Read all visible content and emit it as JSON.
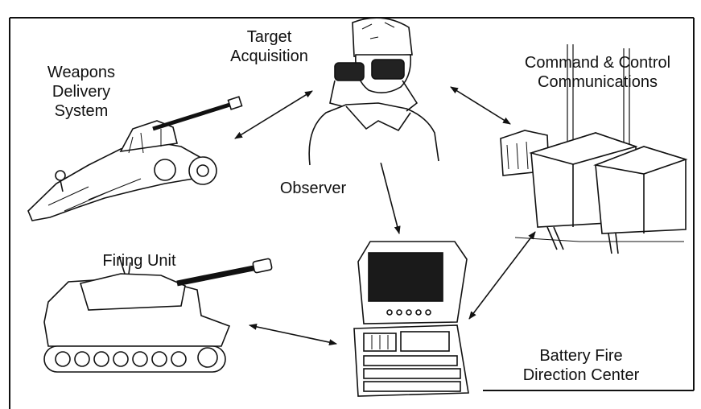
{
  "colors": {
    "ink": "#111111",
    "paper": "#ffffff"
  },
  "labels": {
    "weapons": [
      "Weapons",
      "Delivery",
      "System"
    ],
    "target": [
      "Target",
      "Acquisition"
    ],
    "command": [
      "Command & Control",
      "Communications"
    ],
    "observer": "Observer",
    "firing_unit": "Firing Unit",
    "battery": [
      "Battery Fire",
      "Direction Center"
    ]
  },
  "icons": {
    "weapons": "towed-howitzer-icon",
    "observer": "observer-binoculars-icon",
    "command": "communications-shelter-icon",
    "firing_unit": "self-propelled-howitzer-icon",
    "battery": "fire-direction-computer-icon"
  }
}
